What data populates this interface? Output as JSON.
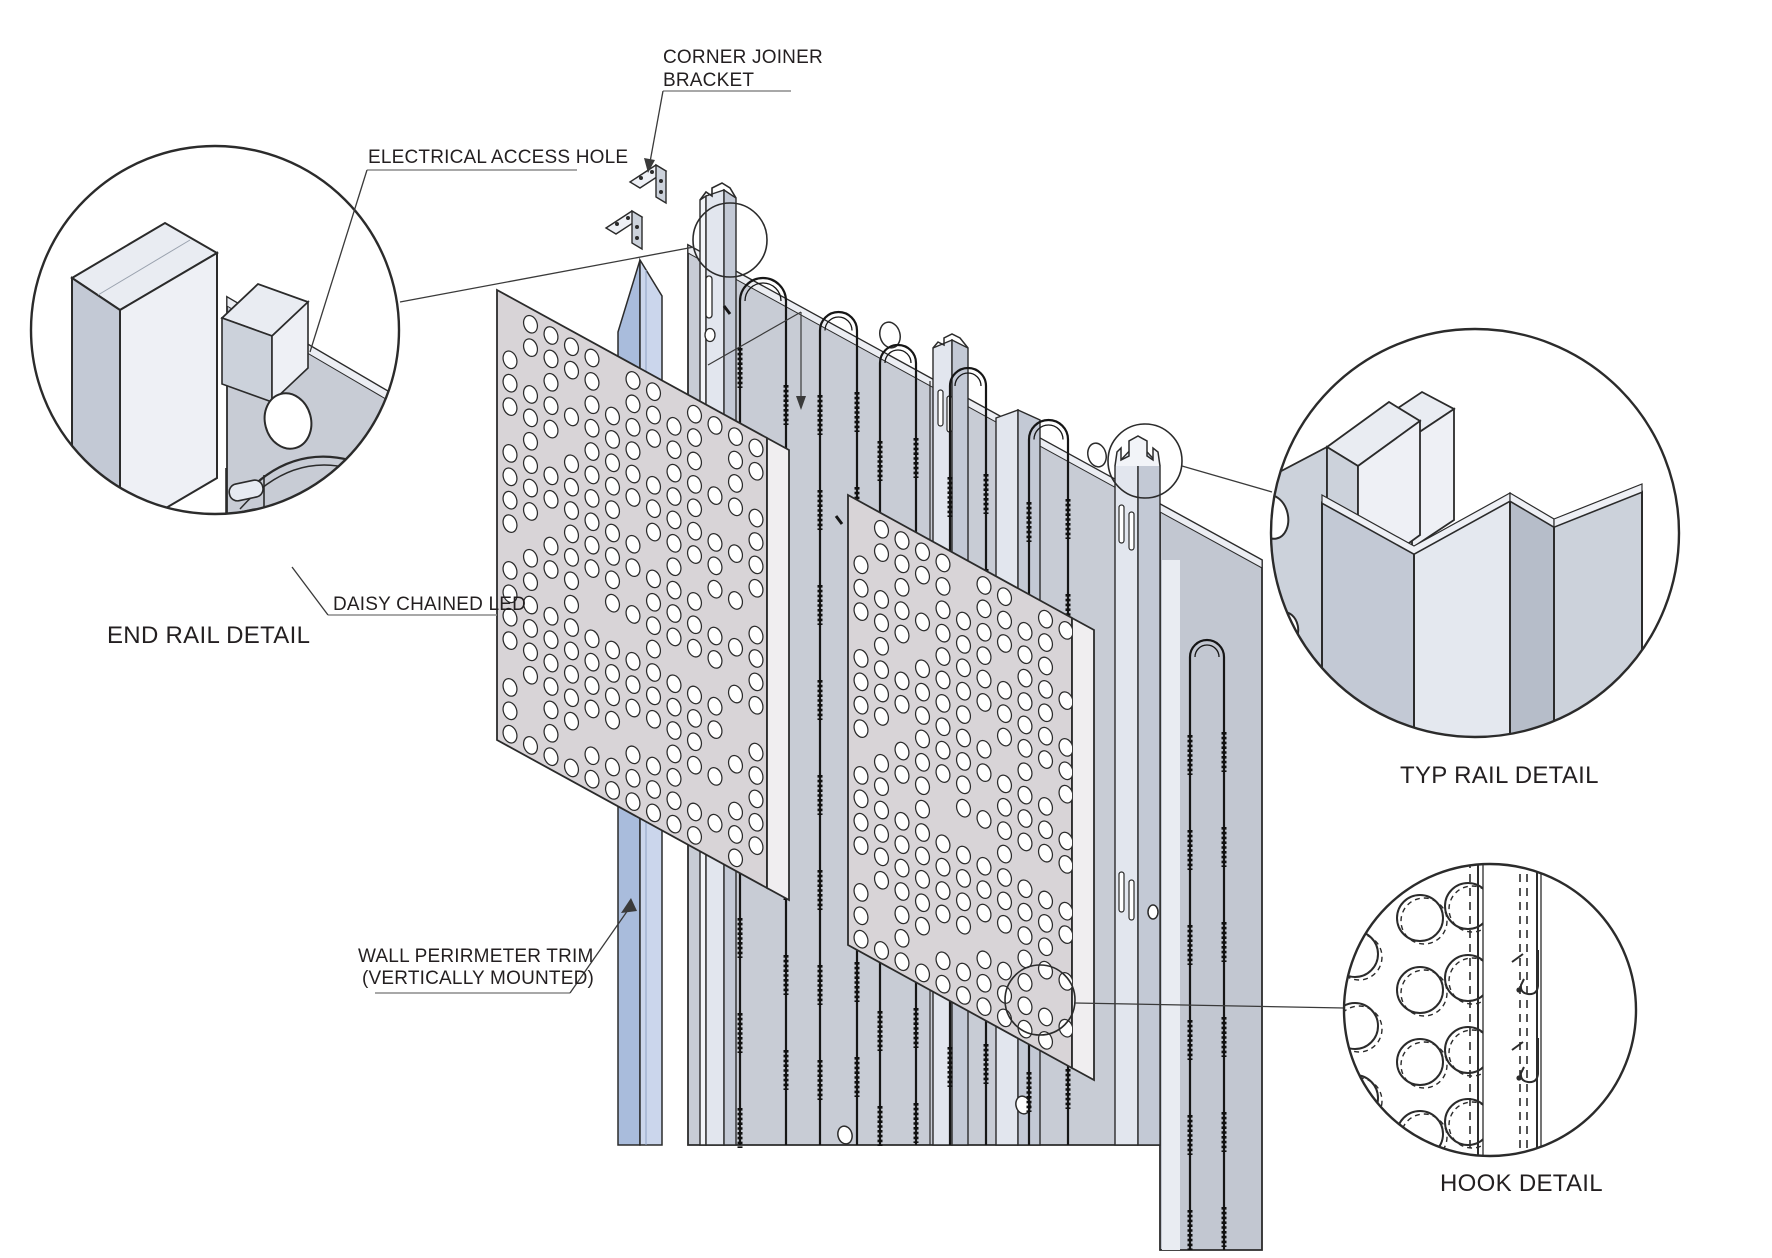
{
  "drawing": {
    "type": "isometric-assembly-detail",
    "subject": "perforated wall panel rail system"
  },
  "labels": {
    "corner_joiner": {
      "line1": "CORNER JOINER",
      "line2": "BRACKET"
    },
    "electrical_access": "ELECTRICAL ACCESS HOLE",
    "daisy_led": "DAISY CHAINED LED",
    "wall_trim": {
      "line1": "WALL PERIRMETER TRIM",
      "line2": "(VERTICALLY MOUNTED)"
    }
  },
  "titles": {
    "end_rail": "END RAIL DETAIL",
    "typ_rail": "TYP RAIL DETAIL",
    "hook": "HOOK DETAIL"
  },
  "colors": {
    "line": "#2b2b2b",
    "wall_gray": "#c8ccd5",
    "panel_gray": "#d8d4d7",
    "panel_edge": "#f0eef0",
    "rail_light": "#e2e6ee",
    "rail_mid": "#c3c9d5",
    "trim_blue": "#a9bcdc",
    "trim_blue_light": "#cbd6ec",
    "background": "#ffffff",
    "text": "#231f20"
  }
}
